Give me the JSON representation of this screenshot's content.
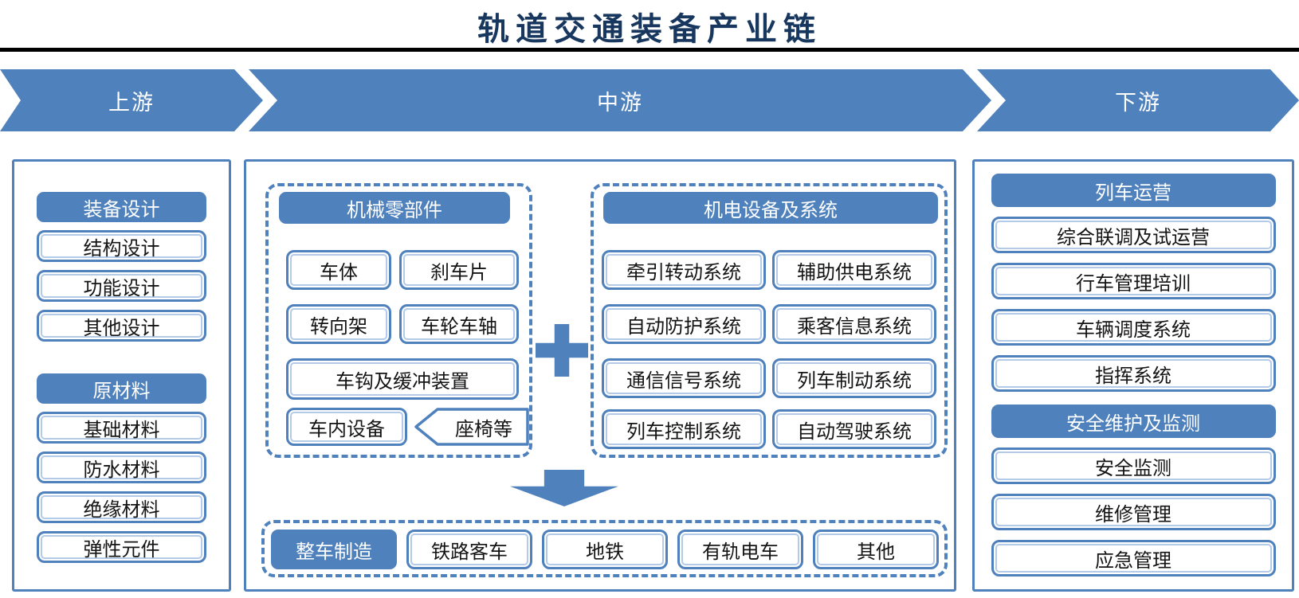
{
  "title": "轨道交通装备产业链",
  "banner": {
    "upstream": "上游",
    "midstream": "中游",
    "downstream": "下游"
  },
  "upstream": {
    "groups": [
      {
        "header": "装备设计",
        "items": [
          "结构设计",
          "功能设计",
          "其他设计"
        ]
      },
      {
        "header": "原材料",
        "items": [
          "基础材料",
          "防水材料",
          "绝缘材料",
          "弹性元件"
        ]
      }
    ]
  },
  "midstream": {
    "mechanical": {
      "header": "机械零部件",
      "items": [
        "车体",
        "刹车片",
        "转向架",
        "车轮车轴",
        "车钩及缓冲装置",
        "车内设备"
      ],
      "callout": "座椅等"
    },
    "electromechanical": {
      "header": "机电设备及系统",
      "items": [
        "牵引转动系统",
        "辅助供电系统",
        "自动防护系统",
        "乘客信息系统",
        "通信信号系统",
        "列车制动系统",
        "列车控制系统",
        "自动驾驶系统"
      ]
    },
    "assembly": {
      "header": "整车制造",
      "items": [
        "铁路客车",
        "地铁",
        "有轨电车",
        "其他"
      ]
    }
  },
  "downstream": {
    "groups": [
      {
        "header": "列车运营",
        "items": [
          "综合联调及试运营",
          "行车管理培训",
          "车辆调度系统",
          "指挥系统"
        ]
      },
      {
        "header": "安全维护及监测",
        "items": [
          "安全监测",
          "维修管理",
          "应急管理"
        ]
      }
    ]
  },
  "colors": {
    "accent": "#4f81bd",
    "title_navy": "#17375e",
    "text": "#141414",
    "background": "#ffffff"
  }
}
